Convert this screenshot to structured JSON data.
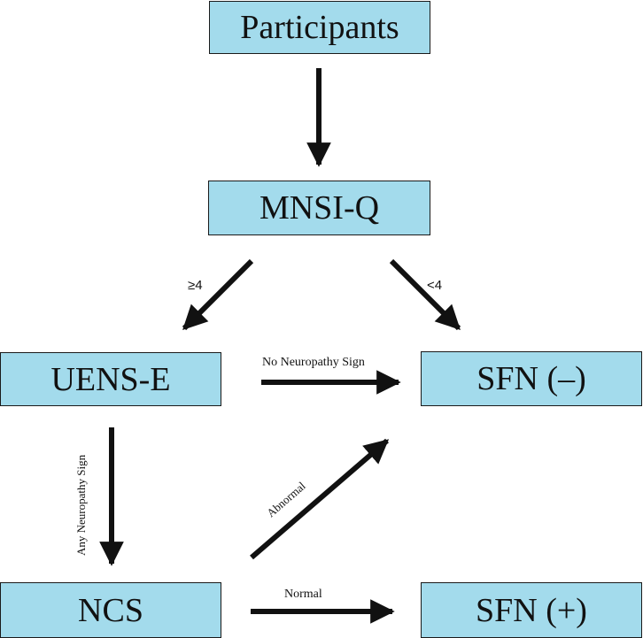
{
  "nodes": {
    "participants": "Participants",
    "mnsi_q": "MNSI-Q",
    "uens_e": "UENS-E",
    "sfn_negative": "SFN (–)",
    "ncs": "NCS",
    "sfn_positive": "SFN (+)"
  },
  "edges": {
    "mnsi_ge4": "≥4",
    "mnsi_lt4": "<4",
    "no_neuropathy_sign": "No Neuropathy Sign",
    "any_neuropathy_sign": "Any Neuropathy Sign",
    "abnormal": "Abnormal",
    "normal": "Normal"
  },
  "colors": {
    "box_fill": "#a3dbec",
    "box_border": "#1a1a1a",
    "arrow": "#111111"
  }
}
